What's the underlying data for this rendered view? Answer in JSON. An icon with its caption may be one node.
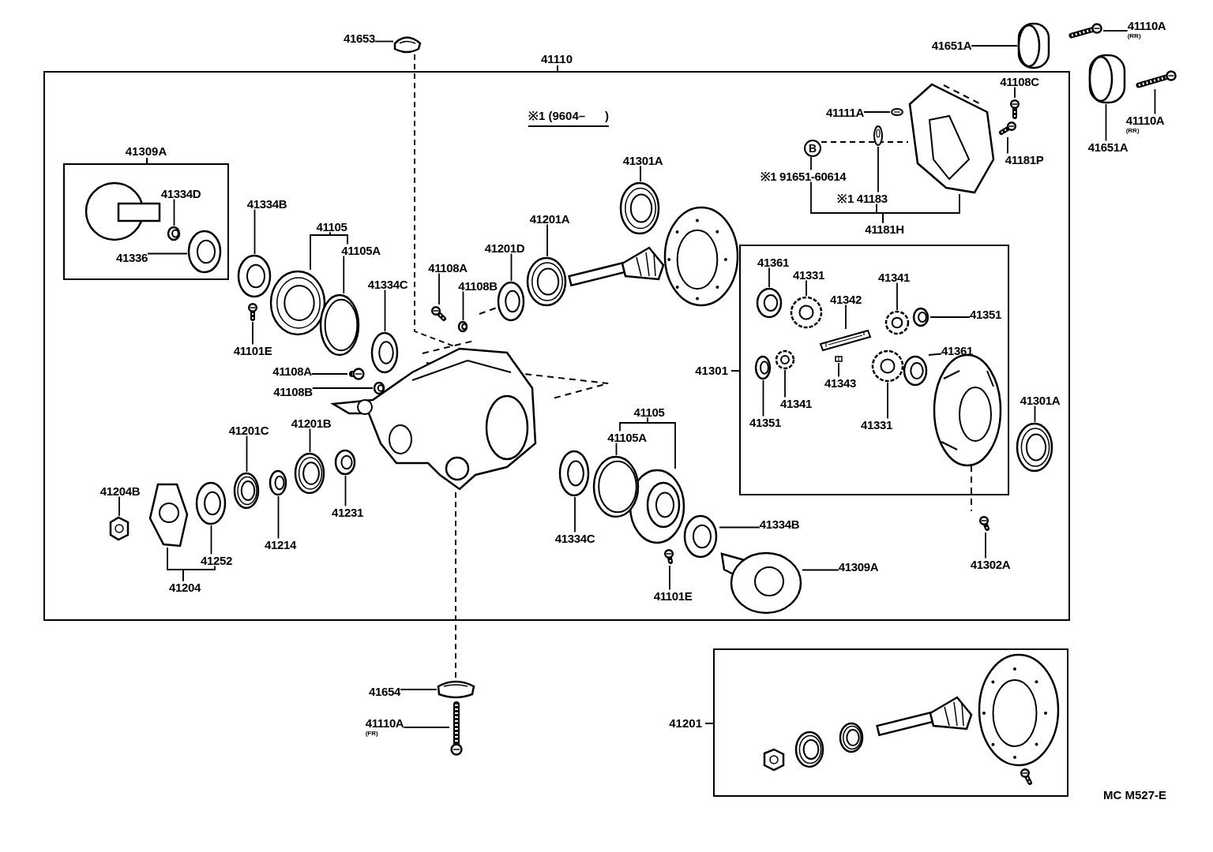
{
  "diagram": {
    "nodes": [
      {
        "text": [
          "41110"
        ]
      },
      {
        "text": [
          "41309A"
        ],
        "in": 0
      },
      {
        "text": [
          "41334D"
        ],
        "in": 1
      },
      {
        "text": [
          "41336"
        ],
        "in": 1
      },
      {
        "text": [
          "41334B"
        ],
        "in": 0
      },
      {
        "text": [
          "41105"
        ],
        "in": 0
      },
      {
        "text": [
          "41105A"
        ],
        "in": 0
      },
      {
        "text": [
          "41334C"
        ],
        "in": 0
      },
      {
        "text": [
          "41101E"
        ],
        "in": 0
      },
      {
        "text": [
          "41108A"
        ],
        "in": 0
      },
      {
        "text": [
          "41108B"
        ],
        "in": 0
      },
      {
        "text": [
          "41108A"
        ],
        "in": 0
      },
      {
        "text": [
          "41108B"
        ],
        "in": 0
      },
      {
        "text": [
          "41201D"
        ],
        "in": 0
      },
      {
        "text": [
          "41201A"
        ],
        "in": 0
      },
      {
        "text": [
          "41301A"
        ],
        "in": 0
      },
      {
        "text": [
          "41111A"
        ],
        "in": 0
      },
      {
        "text": [
          "41108C"
        ],
        "in": 0
      },
      {
        "text": [
          "B"
        ],
        "in": 0
      },
      {
        "text": [
          "※1 91651-60614"
        ],
        "in": 0
      },
      {
        "text": [
          "41181P"
        ],
        "in": 0
      },
      {
        "text": [
          "※1 41183"
        ],
        "in": 0
      },
      {
        "text": [
          "41181H"
        ],
        "in": 0
      },
      {
        "text": [
          "41301"
        ],
        "in": 0
      },
      {
        "text": [
          "41361"
        ],
        "in": 23
      },
      {
        "text": [
          "41331"
        ],
        "in": 23
      },
      {
        "text": [
          "41342"
        ],
        "in": 23
      },
      {
        "text": [
          "41341"
        ],
        "in": 23
      },
      {
        "text": [
          "41351"
        ],
        "in": 23
      },
      {
        "text": [
          "41361"
        ],
        "in": 23
      },
      {
        "text": [
          "41351"
        ],
        "in": 23
      },
      {
        "text": [
          "41341"
        ],
        "in": 23
      },
      {
        "text": [
          "41343"
        ],
        "in": 23
      },
      {
        "text": [
          "41331"
        ],
        "in": 23
      },
      {
        "text": [
          "41301A"
        ],
        "in": 0
      },
      {
        "text": [
          "41201C"
        ],
        "in": 0
      },
      {
        "text": [
          "41201B"
        ],
        "in": 0
      },
      {
        "text": [
          "41204B"
        ],
        "in": 0
      },
      {
        "text": [
          "41231"
        ],
        "in": 0
      },
      {
        "text": [
          "41214"
        ],
        "in": 0
      },
      {
        "text": [
          "41252"
        ],
        "in": 0
      },
      {
        "text": [
          "41204"
        ],
        "in": 0
      },
      {
        "text": [
          "41105"
        ],
        "in": 0
      },
      {
        "text": [
          "41105A"
        ],
        "in": 0
      },
      {
        "text": [
          "41334C"
        ],
        "in": 0
      },
      {
        "text": [
          "41334B"
        ],
        "in": 0
      },
      {
        "text": [
          "41309A"
        ],
        "in": 0
      },
      {
        "text": [
          "41101E"
        ],
        "in": 0
      },
      {
        "text": [
          "41302A"
        ],
        "in": 0
      },
      {
        "text": [
          "41653"
        ]
      },
      {
        "text": [
          "41651A"
        ]
      },
      {
        "text": [
          "41110A",
          "(RR)"
        ]
      },
      {
        "text": [
          "41110A",
          "(RR)"
        ]
      },
      {
        "text": [
          "41651A"
        ]
      },
      {
        "text": [
          "41654"
        ]
      },
      {
        "text": [
          "41110A",
          "(FR)"
        ]
      },
      {
        "text": [
          "41201"
        ]
      },
      {
        "text": [],
        "shape": "picture",
        "in": 1
      },
      {
        "text": [],
        "shape": "picture",
        "in": 1
      },
      {
        "text": [],
        "shape": "picture",
        "in": 0
      },
      {
        "text": [],
        "shape": "picture",
        "in": 0
      },
      {
        "text": [],
        "shape": "picture",
        "in": 0
      },
      {
        "text": [],
        "shape": "picture",
        "in": 0
      },
      {
        "text": [],
        "shape": "picture",
        "in": 0
      },
      {
        "text": [],
        "shape": "picture",
        "in": 0
      },
      {
        "text": [],
        "shape": "picture",
        "in": 0
      },
      {
        "text": [],
        "shape": "picture",
        "in": 0
      },
      {
        "text": [],
        "shape": "picture",
        "in": 0
      },
      {
        "text": [],
        "shape": "picture",
        "in": 0
      },
      {
        "text": [],
        "shape": "picture",
        "in": 0
      },
      {
        "text": [],
        "shape": "picture",
        "in": 0
      },
      {
        "text": [],
        "shape": "picture",
        "in": 0
      },
      {
        "text": [],
        "shape": "picture",
        "in": 0
      },
      {
        "text": [],
        "shape": "picture",
        "in": 0
      },
      {
        "text": [],
        "shape": "picture",
        "in": 0
      },
      {
        "text": [],
        "shape": "picture",
        "in": 0
      },
      {
        "text": [],
        "shape": "picture",
        "in": 23
      },
      {
        "text": [],
        "shape": "picture",
        "in": 23
      },
      {
        "text": [],
        "shape": "picture",
        "in": 23
      },
      {
        "text": [],
        "shape": "picture",
        "in": 23
      },
      {
        "text": [],
        "shape": "picture",
        "in": 23
      },
      {
        "text": [],
        "shape": "picture",
        "in": 23
      },
      {
        "text": [],
        "shape": "picture",
        "in": 23
      },
      {
        "text": [],
        "shape": "picture",
        "in": 23
      },
      {
        "text": [],
        "shape": "picture",
        "in": 23
      },
      {
        "text": [],
        "shape": "picture",
        "in": 23
      },
      {
        "text": [],
        "shape": "picture",
        "in": 0
      },
      {
        "text": [],
        "shape": "picture",
        "in": 0
      },
      {
        "text": [],
        "shape": "picture",
        "in": 0
      },
      {
        "text": [],
        "shape": "picture",
        "in": 0
      },
      {
        "text": [],
        "shape": "picture",
        "in": 0
      },
      {
        "text": [],
        "shape": "picture",
        "in": 0
      },
      {
        "text": [],
        "shape": "picture",
        "in": 0
      },
      {
        "text": [],
        "shape": "picture",
        "in": 0
      },
      {
        "text": [],
        "shape": "picture",
        "in": 0
      },
      {
        "text": [],
        "shape": "picture",
        "in": 0
      },
      {
        "text": [],
        "shape": "picture",
        "in": 0
      },
      {
        "text": [],
        "shape": "picture",
        "in": 0
      },
      {
        "text": [],
        "shape": "picture",
        "in": 0
      },
      {
        "text": [],
        "shape": "picture",
        "in": 0
      },
      {
        "text": [],
        "shape": "picture",
        "in": 0
      },
      {
        "text": [],
        "shape": "picture"
      },
      {
        "text": [],
        "shape": "picture"
      },
      {
        "text": [],
        "shape": "picture"
      },
      {
        "text": [],
        "shape": "picture"
      },
      {
        "text": [],
        "shape": "picture"
      },
      {
        "text": [],
        "shape": "picture"
      },
      {
        "text": [],
        "shape": "picture"
      },
      {
        "text": [],
        "shape": "picture",
        "in": 0
      }
    ],
    "edges": [
      {
        "from": 2,
        "to": 57,
        "arrow": "none"
      },
      {
        "from": 3,
        "to": 58,
        "arrow": "none"
      },
      {
        "from": 4,
        "to": 59,
        "arrow": "none"
      },
      {
        "from": 5,
        "to": 60,
        "arrow": "none"
      },
      {
        "from": 5,
        "to": 6,
        "arrow": "none"
      },
      {
        "from": 6,
        "to": 61,
        "arrow": "none"
      },
      {
        "from": 7,
        "to": 62,
        "arrow": "none"
      },
      {
        "from": 8,
        "to": 63,
        "arrow": "none"
      },
      {
        "from": 9,
        "to": 64,
        "arrow": "none"
      },
      {
        "from": 10,
        "to": 65,
        "arrow": "none"
      },
      {
        "from": 11,
        "to": 66,
        "arrow": "none"
      },
      {
        "from": 12,
        "to": 67,
        "arrow": "none"
      },
      {
        "from": 13,
        "to": 68,
        "arrow": "none"
      },
      {
        "from": 14,
        "to": 69,
        "arrow": "none"
      },
      {
        "from": 15,
        "to": 70,
        "arrow": "none"
      },
      {
        "from": 16,
        "to": 71,
        "arrow": "none"
      },
      {
        "from": 17,
        "to": 72,
        "arrow": "none"
      },
      {
        "from": 18,
        "to": 19,
        "arrow": "none"
      },
      {
        "from": 18,
        "to": 75,
        "arrow": "none",
        "style": "dashed"
      },
      {
        "from": 20,
        "to": 73,
        "arrow": "none"
      },
      {
        "from": 21,
        "to": 74,
        "arrow": "none"
      },
      {
        "from": 22,
        "to": 19,
        "arrow": "none"
      },
      {
        "from": 22,
        "to": 21,
        "arrow": "none"
      },
      {
        "from": 22,
        "to": 75,
        "arrow": "none"
      },
      {
        "from": 24,
        "to": 76,
        "arrow": "none"
      },
      {
        "from": 25,
        "to": 77,
        "arrow": "none"
      },
      {
        "from": 26,
        "to": 78,
        "arrow": "none"
      },
      {
        "from": 27,
        "to": 79,
        "arrow": "none"
      },
      {
        "from": 28,
        "to": 80,
        "arrow": "none"
      },
      {
        "from": 29,
        "to": 81,
        "arrow": "none"
      },
      {
        "from": 30,
        "to": 82,
        "arrow": "none"
      },
      {
        "from": 31,
        "to": 83,
        "arrow": "none"
      },
      {
        "from": 32,
        "to": 84,
        "arrow": "none"
      },
      {
        "from": 33,
        "to": 85,
        "arrow": "none"
      },
      {
        "from": 34,
        "to": 86,
        "arrow": "none"
      },
      {
        "from": 35,
        "to": 87,
        "arrow": "none"
      },
      {
        "from": 36,
        "to": 88,
        "arrow": "none"
      },
      {
        "from": 37,
        "to": 89,
        "arrow": "none"
      },
      {
        "from": 38,
        "to": 90,
        "arrow": "none"
      },
      {
        "from": 39,
        "to": 91,
        "arrow": "none"
      },
      {
        "from": 40,
        "to": 92,
        "arrow": "none"
      },
      {
        "from": 41,
        "to": 93,
        "arrow": "none"
      },
      {
        "from": 41,
        "to": 40,
        "arrow": "none"
      },
      {
        "from": 42,
        "to": 94,
        "arrow": "none"
      },
      {
        "from": 42,
        "to": 43,
        "arrow": "none"
      },
      {
        "from": 43,
        "to": 95,
        "arrow": "none"
      },
      {
        "from": 44,
        "to": 96,
        "arrow": "none"
      },
      {
        "from": 45,
        "to": 97,
        "arrow": "none"
      },
      {
        "from": 46,
        "to": 98,
        "arrow": "none"
      },
      {
        "from": 47,
        "to": 99,
        "arrow": "none"
      },
      {
        "from": 48,
        "to": 100,
        "arrow": "none"
      },
      {
        "from": 49,
        "to": 101,
        "arrow": "none"
      },
      {
        "from": 50,
        "to": 102,
        "arrow": "none"
      },
      {
        "from": 51,
        "to": 103,
        "arrow": "none"
      },
      {
        "from": 52,
        "to": 104,
        "arrow": "none"
      },
      {
        "from": 53,
        "to": 105,
        "arrow": "none"
      },
      {
        "from": 54,
        "to": 106,
        "arrow": "none"
      },
      {
        "from": 55,
        "to": 107,
        "arrow": "none"
      },
      {
        "from": 101,
        "to": 108,
        "arrow": "none",
        "style": "dashed"
      },
      {
        "from": 106,
        "to": 108,
        "arrow": "none",
        "style": "dashed"
      }
    ],
    "labels": [
      "※1 (9604–      )",
      "MC M527-E"
    ]
  }
}
